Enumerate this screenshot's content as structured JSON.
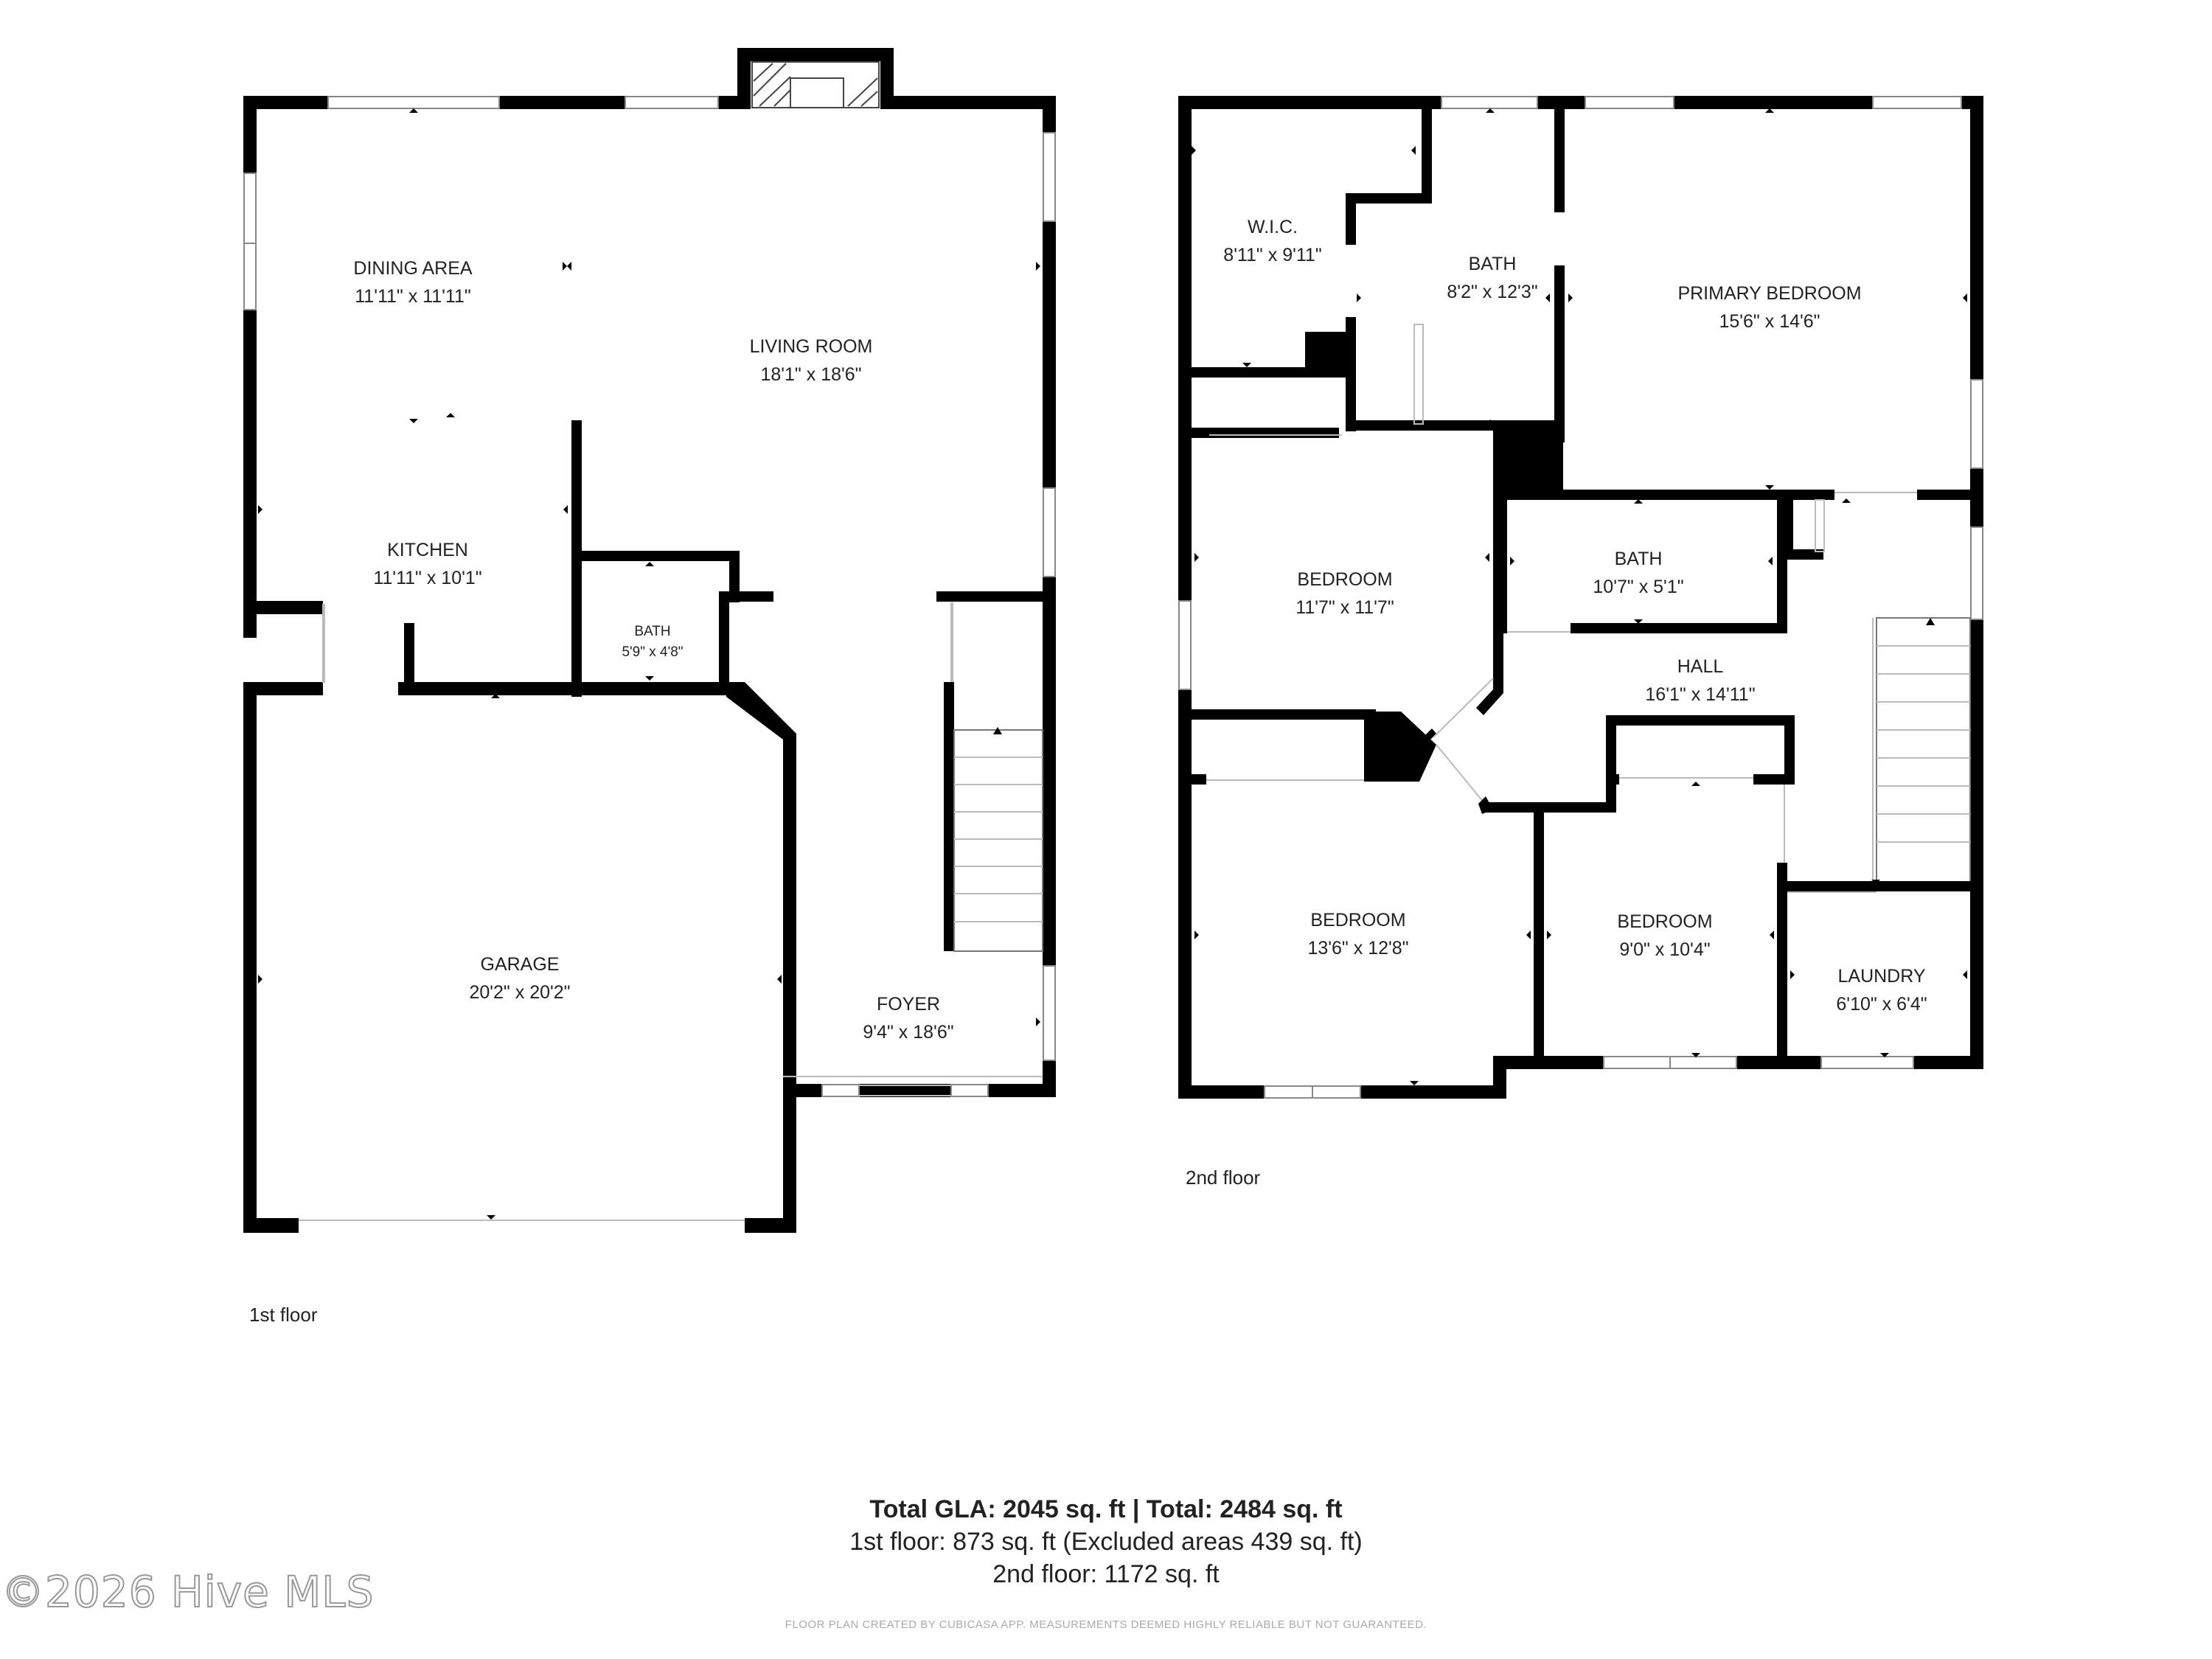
{
  "floor1": {
    "label": "1st floor",
    "rooms": {
      "dining": {
        "name": "DINING AREA",
        "dims": "11'11\" x 11'11\""
      },
      "living": {
        "name": "LIVING ROOM",
        "dims": "18'1\" x 18'6\""
      },
      "kitchen": {
        "name": "KITCHEN",
        "dims": "11'11\" x 10'1\""
      },
      "bath": {
        "name": "BATH",
        "dims": "5'9\" x 4'8\""
      },
      "garage": {
        "name": "GARAGE",
        "dims": "20'2\" x 20'2\""
      },
      "foyer": {
        "name": "FOYER",
        "dims": "9'4\" x 18'6\""
      }
    }
  },
  "floor2": {
    "label": "2nd floor",
    "rooms": {
      "wic": {
        "name": "W.I.C.",
        "dims": "8'11\" x 9'11\""
      },
      "bath1": {
        "name": "BATH",
        "dims": "8'2\" x 12'3\""
      },
      "primary": {
        "name": "PRIMARY BEDROOM",
        "dims": "15'6\" x 14'6\""
      },
      "bedroom1": {
        "name": "BEDROOM",
        "dims": "11'7\" x 11'7\""
      },
      "bath2": {
        "name": "BATH",
        "dims": "10'7\" x 5'1\""
      },
      "hall": {
        "name": "HALL",
        "dims": "16'1\" x 14'11\""
      },
      "bedroom2": {
        "name": "BEDROOM",
        "dims": "13'6\" x 12'8\""
      },
      "bedroom3": {
        "name": "BEDROOM",
        "dims": "9'0\" x 10'4\""
      },
      "laundry": {
        "name": "LAUNDRY",
        "dims": "6'10\" x 6'4\""
      }
    }
  },
  "totals": {
    "line1": "Total GLA: 2045 sq. ft | Total: 2484 sq. ft",
    "line2": "1st floor: 873 sq. ft (Excluded areas 439 sq. ft)",
    "line3": "2nd floor: 1172 sq. ft"
  },
  "disclaimer": "FLOOR PLAN CREATED BY CUBICASA APP. MEASUREMENTS DEEMED HIGHLY RELIABLE BUT NOT GUARANTEED.",
  "watermark": "©2026 Hive MLS"
}
